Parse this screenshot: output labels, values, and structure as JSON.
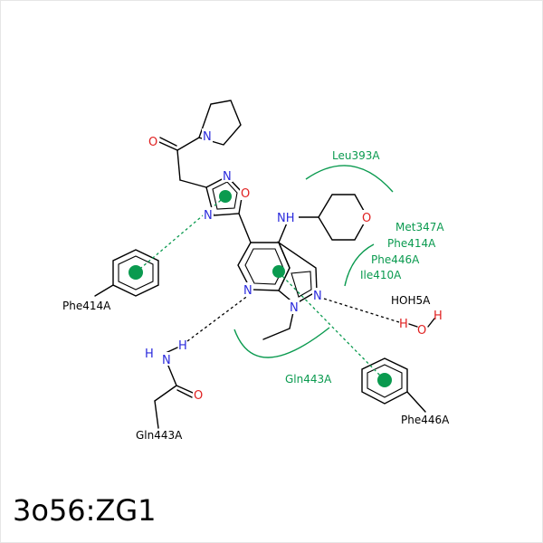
{
  "title": "3o56:ZG1",
  "atoms": {
    "n": "N",
    "o": "O",
    "h": "H"
  },
  "residues": {
    "leu393": "Leu393A",
    "met347": "Met347A",
    "phe414": "Phe414A",
    "phe446": "Phe446A",
    "ile410": "Ile410A",
    "gln443_green": "Gln443A",
    "phe414_ring": "Phe414A",
    "phe446_ring": "Phe446A",
    "gln443": "Gln443A",
    "water": "HOH5A",
    "nh": "NH"
  },
  "colors": {
    "nitrogen": "#2a2adc",
    "oxygen": "#e02020",
    "interaction": "#0a9a4f",
    "bond": "#000000"
  }
}
